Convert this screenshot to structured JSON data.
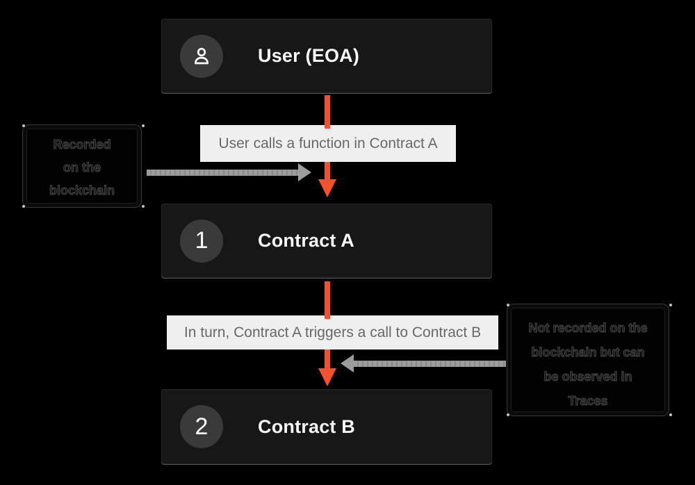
{
  "canvas": {
    "background": "#000000",
    "accent_orange": "#f4512c",
    "arrow_gray": "#9c9c9c",
    "node_fill": "#171717",
    "label_fill": "#efefef"
  },
  "nodes": [
    {
      "id": "user",
      "badge": "",
      "icon": "user-icon",
      "title": "User (EOA)"
    },
    {
      "id": "contract-a",
      "badge": "1",
      "icon": null,
      "title": "Contract A"
    },
    {
      "id": "contract-b",
      "badge": "2",
      "icon": null,
      "title": "Contract B"
    }
  ],
  "flow_labels": [
    {
      "text": "User calls a function in Contract A"
    },
    {
      "text": "In turn, Contract A triggers a call to Contract B"
    }
  ],
  "callouts": [
    {
      "side": "left",
      "text": "Recorded on the blockchain",
      "lines": [
        "Recorded",
        "on the",
        "blockchain"
      ]
    },
    {
      "side": "right",
      "text": "Not recorded on the blockchain but can be observed in Traces",
      "lines": [
        "Not recorded on the",
        "blockchain but can",
        "be observed in",
        "Traces"
      ]
    }
  ]
}
